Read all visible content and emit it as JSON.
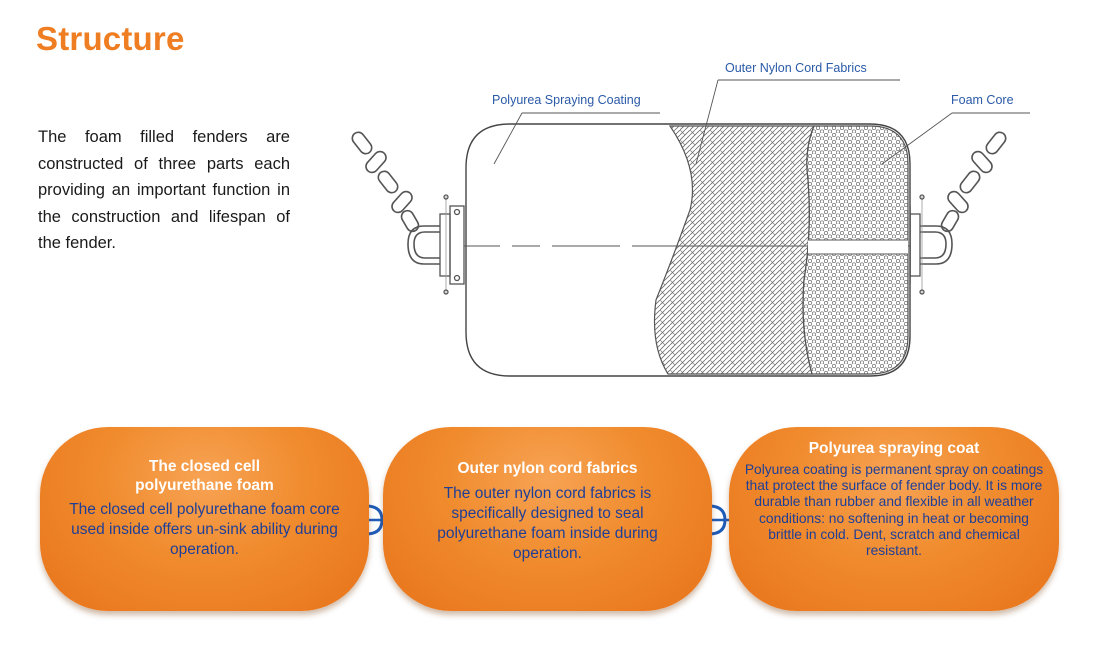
{
  "page": {
    "title": "Structure",
    "intro": "The foam filled fenders are constructed of three parts each providing an important function in the construction and lifespan of the fender."
  },
  "diagram": {
    "callouts": {
      "polyurea": "Polyurea Spraying Coating",
      "nylon": "Outer Nylon Cord Fabrics",
      "foam": "Foam Core"
    },
    "colors": {
      "callout_text": "#2a5aa8",
      "line": "#555555"
    }
  },
  "cards": [
    {
      "title": "The closed cell polyurethane foam",
      "body": "The closed cell polyurethane foam core used inside offers un-sink ability during operation."
    },
    {
      "title": "Outer nylon cord fabrics",
      "body": "The outer nylon cord fabrics is specifically designed to seal polyurethane foam inside during operation."
    },
    {
      "title": "Polyurea spraying coat",
      "body": "Polyurea coating is permanent spray on coatings that protect the surface of fender body. It is more durable than rubber and flexible in all weather conditions: no softening in heat or becoming brittle in cold. Dent, scratch and chemical resistant."
    }
  ],
  "colors": {
    "accent": "#ef7d22",
    "card_body_text": "#1f3f97",
    "card_title_text": "#ffffff",
    "connector": "#1f5cb8"
  }
}
